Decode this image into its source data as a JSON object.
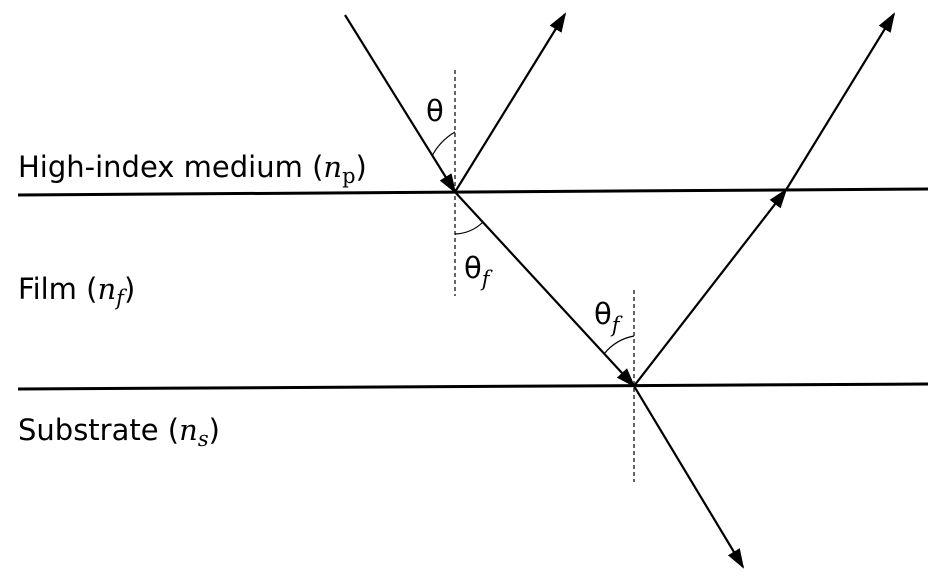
{
  "media": {
    "high_index": {
      "text": "High-index medium (",
      "symbol": "n",
      "subscript": "p",
      "close": ")"
    },
    "film": {
      "text": "Film (",
      "symbol": "n",
      "subscript": "f",
      "close": ")"
    },
    "substrate": {
      "text": "Substrate (",
      "symbol": "n",
      "subscript": "s",
      "close": ")"
    }
  },
  "angles": {
    "incident": {
      "symbol": "θ"
    },
    "refracted": {
      "symbol": "θ",
      "subscript": "f"
    },
    "film_incident": {
      "symbol": "θ",
      "subscript": "f"
    }
  }
}
